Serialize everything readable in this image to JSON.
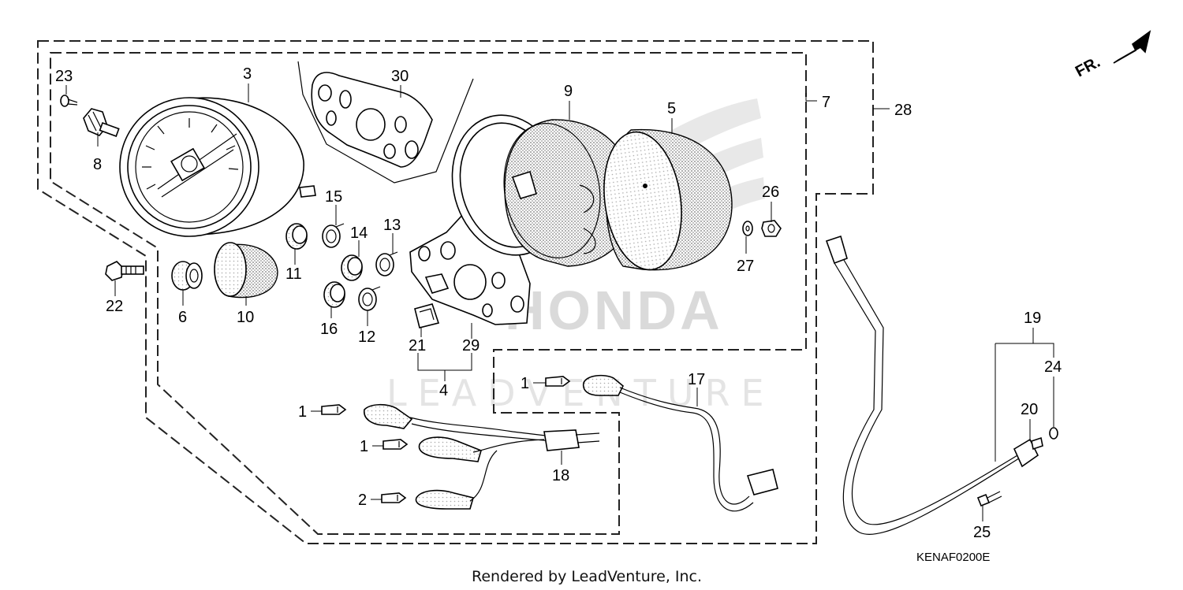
{
  "callouts": {
    "c1a": "1",
    "c1b": "1",
    "c1c": "1",
    "c2": "2",
    "c3": "3",
    "c4": "4",
    "c5": "5",
    "c6": "6",
    "c7": "7",
    "c8": "8",
    "c9": "9",
    "c10": "10",
    "c11": "11",
    "c12": "12",
    "c13": "13",
    "c14": "14",
    "c15": "15",
    "c16": "16",
    "c17": "17",
    "c18": "18",
    "c19": "19",
    "c20": "20",
    "c21": "21",
    "c22": "22",
    "c23": "23",
    "c24": "24",
    "c25": "25",
    "c26": "26",
    "c27": "27",
    "c28": "28",
    "c29": "29",
    "c30": "30"
  },
  "direction_marker": "FR.",
  "diagram_code": "KENAF0200E",
  "footer": "Rendered by LeadVenture, Inc.",
  "watermark_brand": "HONDA",
  "watermark_vendor": "LEADVENTURE"
}
